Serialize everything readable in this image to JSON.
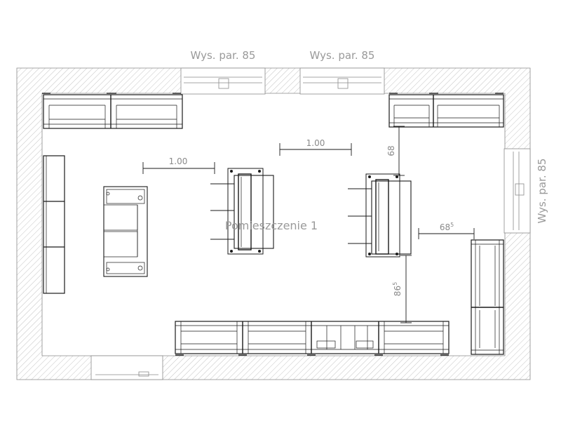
{
  "room": {
    "label": "Pomieszczenie 1"
  },
  "windows": {
    "top_left": "Wys. par. 85",
    "top_right": "Wys. par. 85",
    "right": "Wys. par. 85"
  },
  "dimensions": {
    "left_gap": "1.00",
    "right_gap": "1.00",
    "vertical_68_top": "68",
    "horizontal_68": "68",
    "horizontal_68_sup": "5",
    "vertical_86": "86",
    "vertical_86_sup": "5"
  },
  "colors": {
    "ink": "#1a1a1a",
    "label": "#9a9a9a",
    "wall_hatch": "#b5b5b5"
  }
}
